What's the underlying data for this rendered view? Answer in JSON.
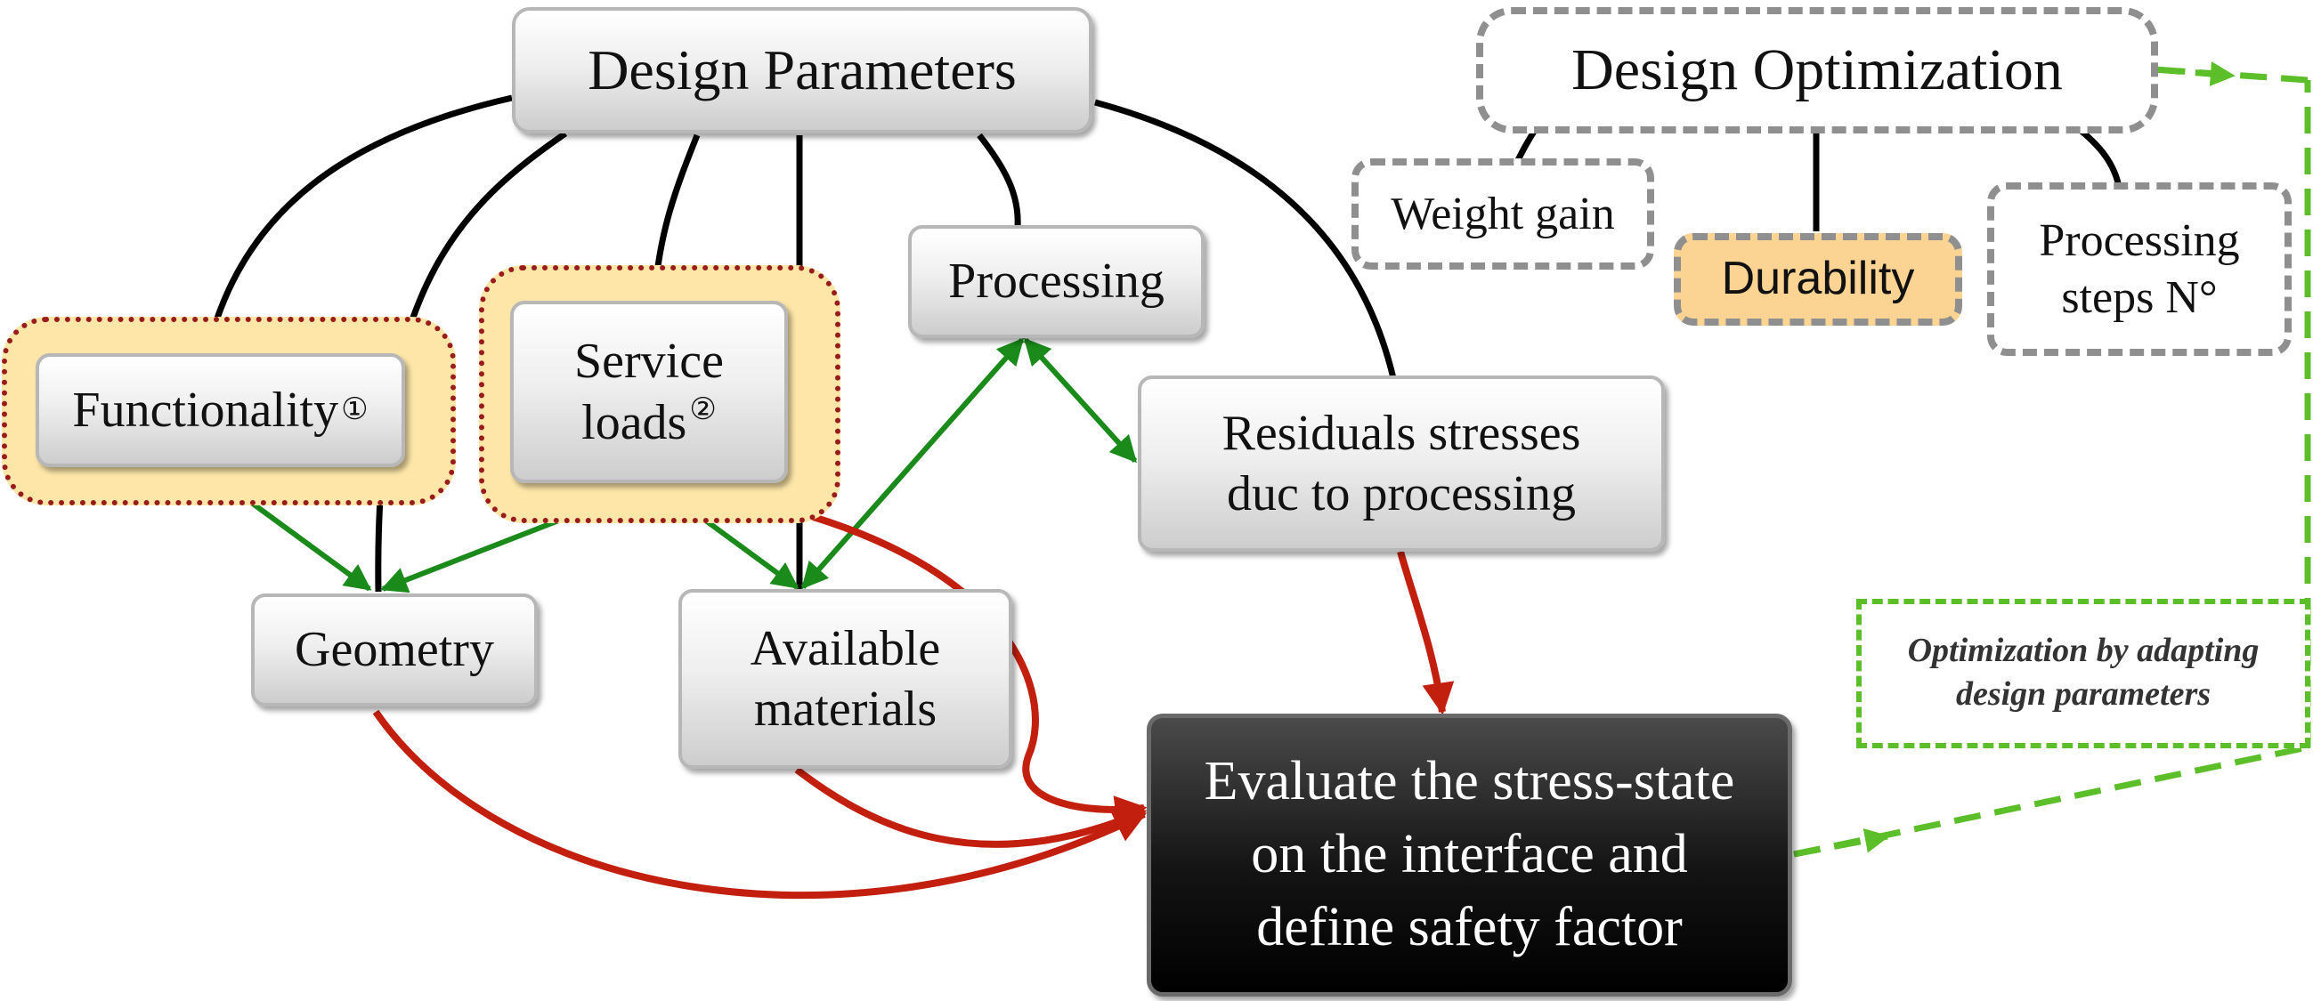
{
  "nodes": {
    "design_parameters": "Design Parameters",
    "design_optimization": "Design Optimization",
    "weight_gain": "Weight gain",
    "durability": "Durability",
    "processing_steps": {
      "line1": "Processing",
      "line2": "steps N°"
    },
    "functionality": {
      "label": "Functionality",
      "mark": "①"
    },
    "service_loads": {
      "line1": "Service",
      "line2": "loads",
      "mark": "②"
    },
    "processing": "Processing",
    "residual_stresses": {
      "line1": "Residuals stresses",
      "line2": "duc to processing"
    },
    "geometry": "Geometry",
    "available_materials": {
      "line1": "Available",
      "line2": "materials"
    },
    "evaluate": {
      "line1": "Evaluate the stress-state",
      "line2": "on the interface and",
      "line3": "define safety factor"
    }
  },
  "annotation": {
    "line1": "Optimization by adapting",
    "line2": "design parameters"
  },
  "colors": {
    "black_link": "#000000",
    "green_arrow": "#1a8a1a",
    "red_arrow": "#c31f0f",
    "feedback_dash": "#5cbf2a",
    "cloud_fill": "#fde6a8",
    "durability_fill": "#fbd493"
  }
}
